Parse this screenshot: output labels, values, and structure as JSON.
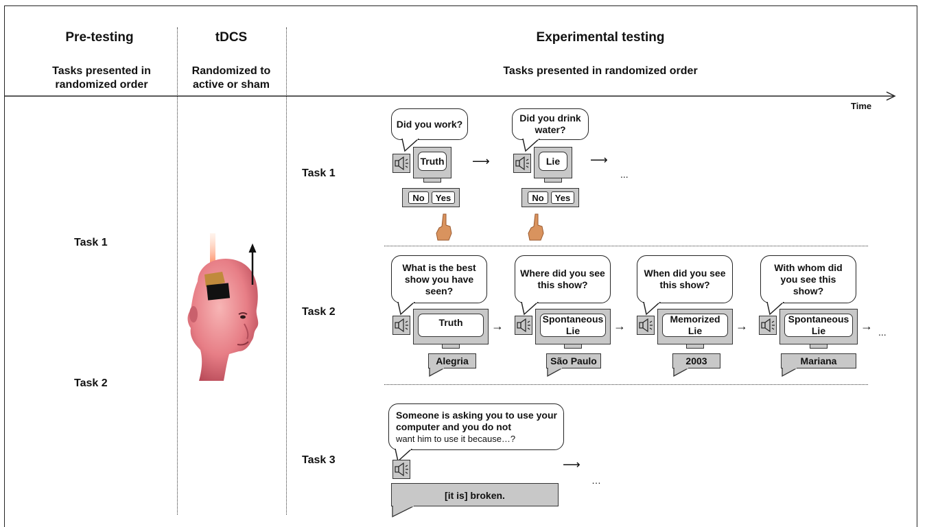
{
  "columns": {
    "pretesting": {
      "title": "Pre-testing",
      "subtitle": "Tasks presented in randomized order"
    },
    "tdcs": {
      "title": "tDCS",
      "subtitle": "Randomized to active or sham"
    },
    "experimental": {
      "title": "Experimental testing",
      "subtitle": "Tasks presented in randomized order"
    }
  },
  "time_label": "Time",
  "pretesting_tasks": [
    "Task 1",
    "Task 2"
  ],
  "task1": {
    "label": "Task 1",
    "steps": [
      {
        "question": "Did you work?",
        "screen": "Truth",
        "keys": [
          "No",
          "Yes"
        ]
      },
      {
        "question": "Did you drink water?",
        "screen": "Lie",
        "keys": [
          "No",
          "Yes"
        ]
      }
    ],
    "ellipsis": "..."
  },
  "task2": {
    "label": "Task 2",
    "steps": [
      {
        "question": "What is the best show you have seen?",
        "screen": "Truth",
        "answer": "Alegria"
      },
      {
        "question": "Where did you see this show?",
        "screen": "Spontaneous Lie",
        "answer": "São Paulo"
      },
      {
        "question": "When did you see this show?",
        "screen": "Memorized Lie",
        "answer": "2003"
      },
      {
        "question": "With whom did you see this show?",
        "screen": "Spontaneous Lie",
        "answer": "Mariana"
      }
    ],
    "ellipsis": "..."
  },
  "task3": {
    "label": "Task 3",
    "question_bold": "Someone is asking you to use your computer and you do not",
    "question_regular": "want him to use it because…?",
    "answer": "[it is] broken.",
    "ellipsis": "…"
  },
  "icons": [
    "speaker-icon",
    "monitor-icon",
    "pointing-hand-icon",
    "head-stimulation-icon"
  ],
  "colors": {
    "panel_gray": "#c8c8c8",
    "line": "#222222"
  }
}
